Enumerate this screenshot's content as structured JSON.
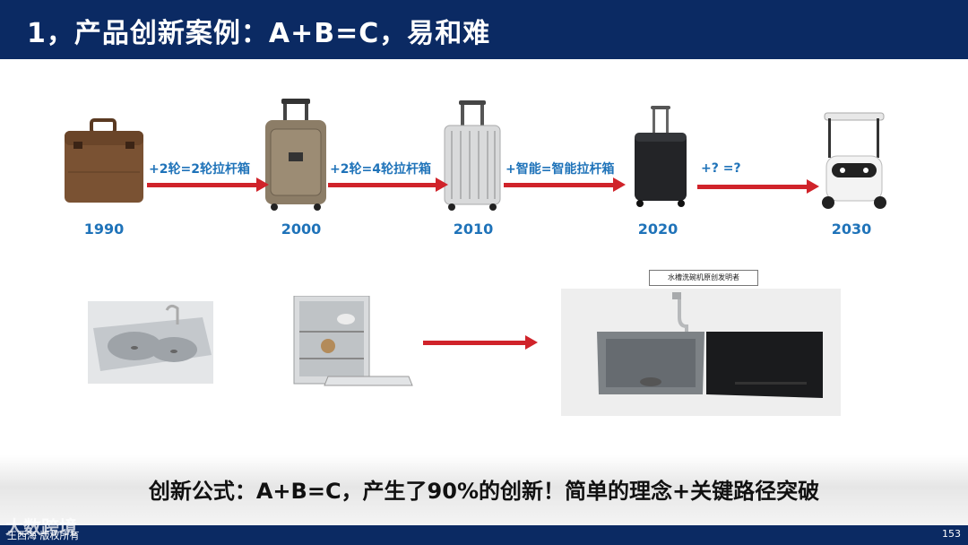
{
  "slide": {
    "title": "1，产品创新案例：A+B=C，易和难",
    "timeline": {
      "years": [
        "1990",
        "2000",
        "2010",
        "2020",
        "2030"
      ],
      "steps": [
        "+2轮=2轮拉杆箱",
        "+2轮=4轮拉杆箱",
        "+智能=智能拉杆箱",
        "+?  =?"
      ]
    },
    "patent_label": "水槽洗碗机原创发明者",
    "formula": "创新公式：A+B=C，产生了90%的创新！简单的理念+关键路径突破",
    "footer": {
      "left": "王西海 版权所有",
      "page_number": "153",
      "watermark": "大数跨境"
    },
    "colors": {
      "title_bar": "#0b2a63",
      "accent_blue": "#1f73b9",
      "arrow_red": "#d0232a"
    }
  }
}
